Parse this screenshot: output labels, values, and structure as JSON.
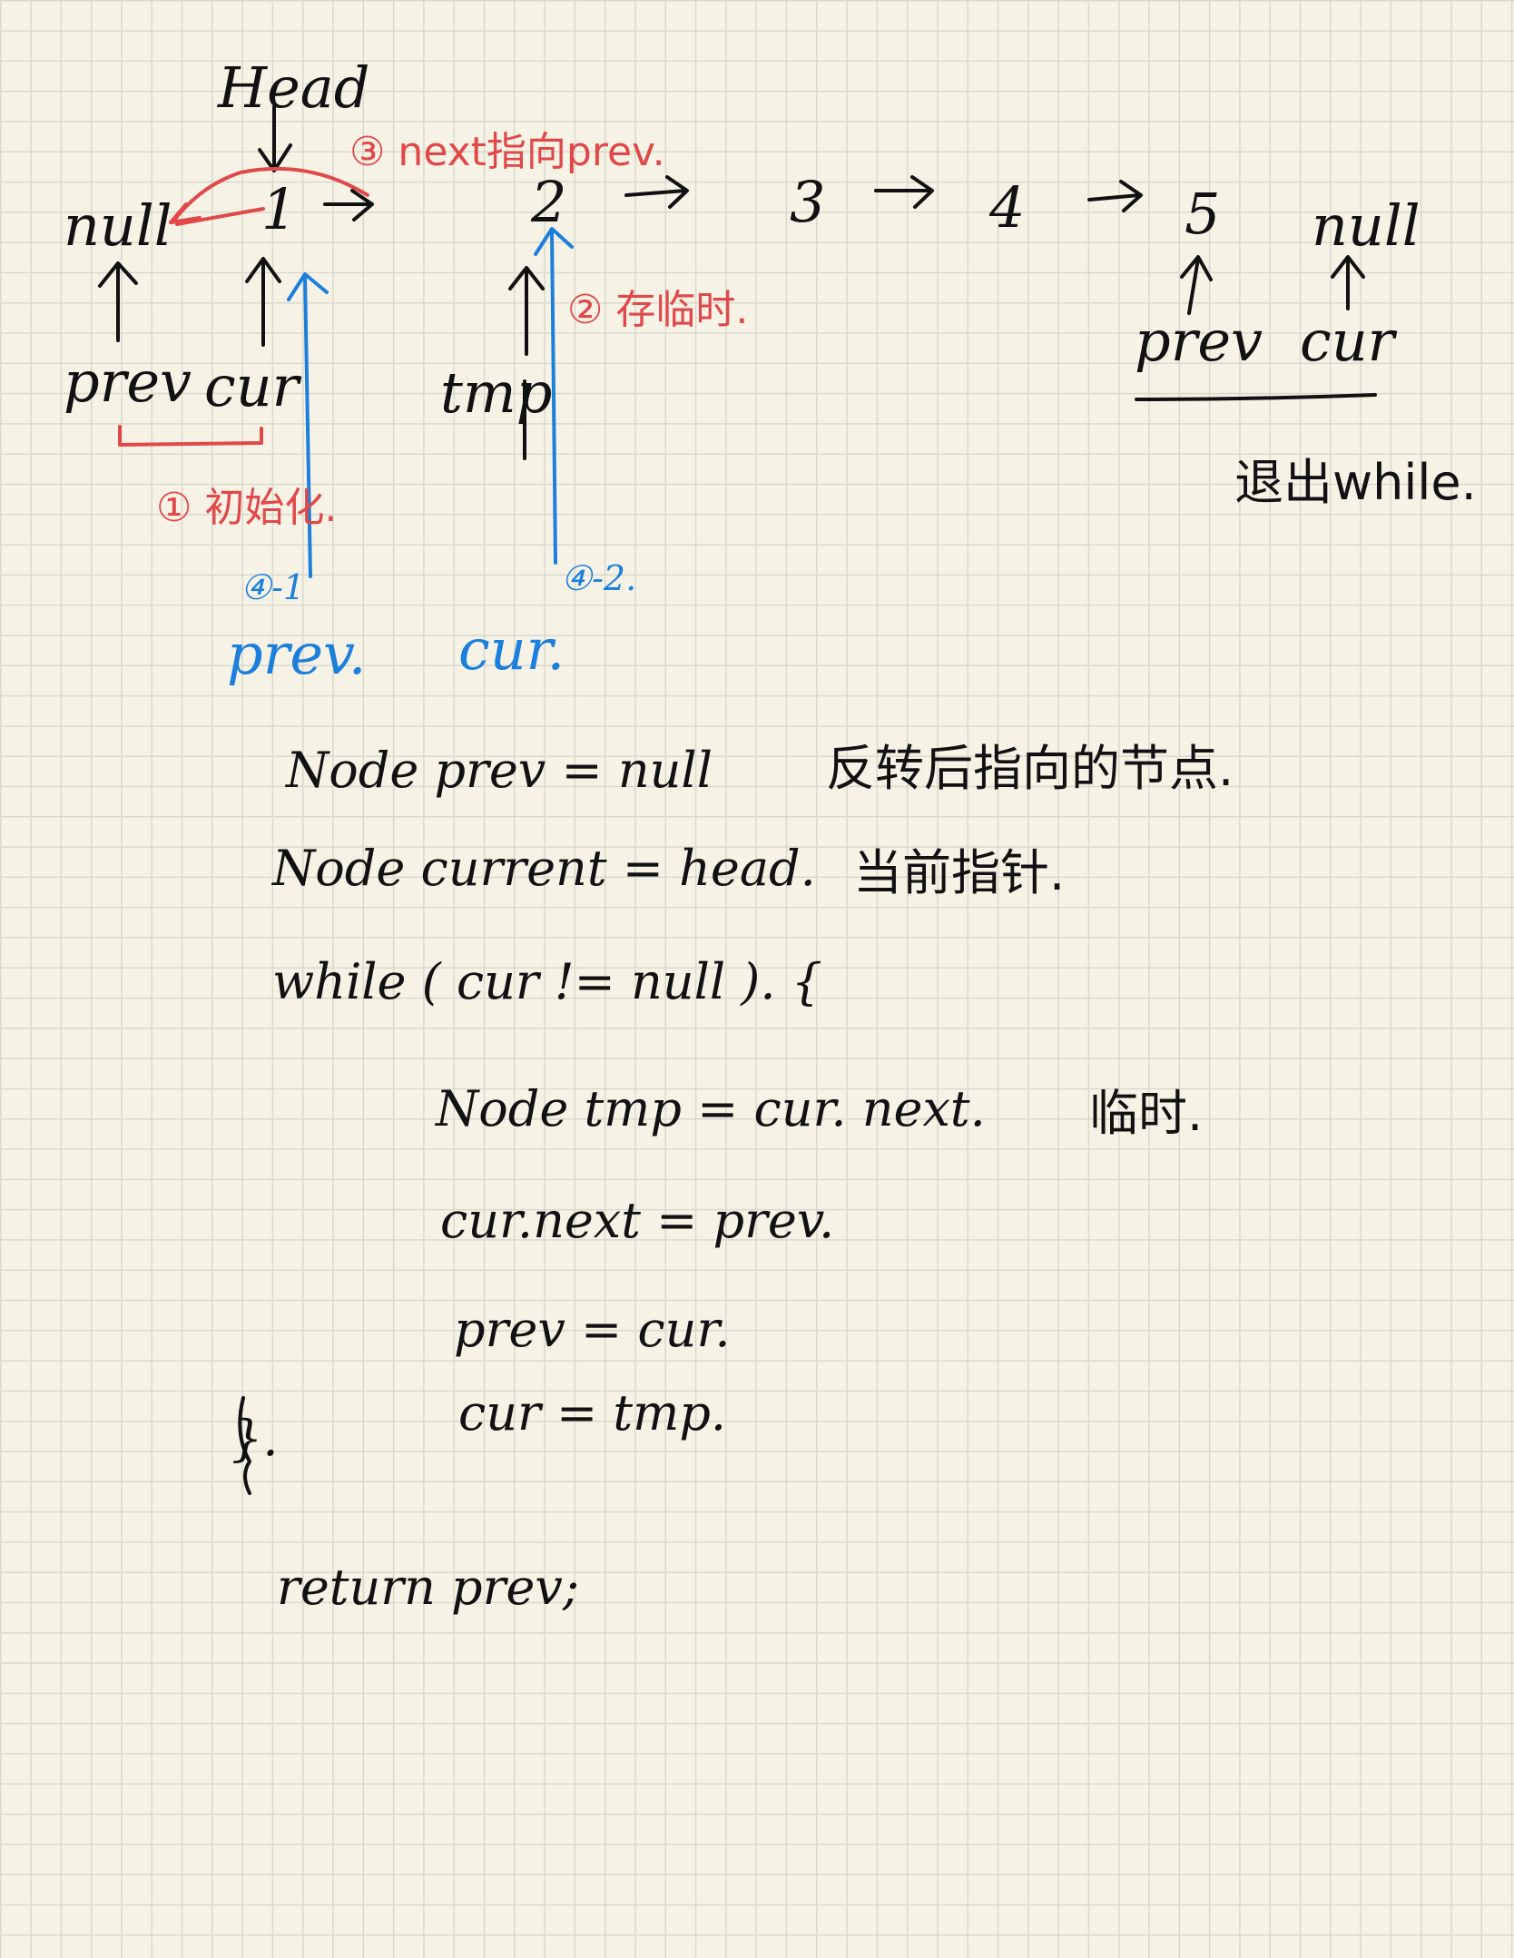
{
  "colors": {
    "ink": "#111111",
    "annotation_red": "#e0484a",
    "annotation_blue": "#1d7fdc",
    "paper": "#f6f3e6",
    "grid": "#d9d8cc"
  },
  "diagram": {
    "head_label": "Head",
    "nodes": [
      "null",
      "1",
      "2",
      "3",
      "4",
      "5",
      "null"
    ],
    "arrow_glyph": "->",
    "pointer_labels": {
      "prev": "prev",
      "cur": "cur",
      "tmp": "tmp"
    },
    "steps": {
      "step1": "① 初始化.",
      "step2": "② 存临时.",
      "step3": "③ next指向prev.",
      "step4_1": "④-1",
      "step4_2": "④-2."
    },
    "moved_labels": {
      "prev": "prev.",
      "cur": "cur."
    },
    "end_state": {
      "prev": "prev",
      "cur": "cur",
      "note": "退出while."
    }
  },
  "code": {
    "line1": "Node prev = null",
    "line1_comment": "反转后指向的节点.",
    "line2": "Node current = head.",
    "line2_comment": "当前指针.",
    "line3": "while ( cur != null ). {",
    "line4": "Node tmp = cur. next.",
    "line4_comment": "临时.",
    "line5": "cur.next = prev.",
    "line6": "prev = cur.",
    "line7": "cur = tmp.",
    "line8": "}.",
    "line9": "return prev;"
  }
}
